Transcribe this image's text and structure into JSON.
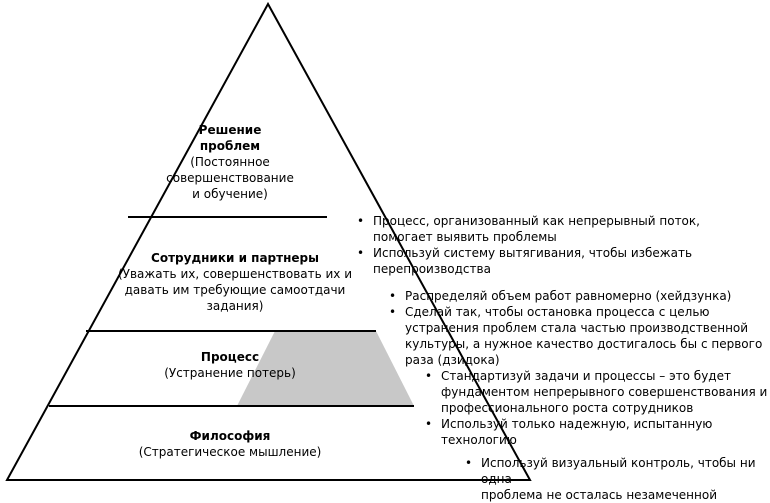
{
  "tiers": [
    {
      "title_lines": [
        "Решение",
        "проблем"
      ],
      "subtitle_lines": [
        "(Постоянное",
        "совершенствование",
        "и обучение)"
      ]
    },
    {
      "title_lines": [
        "Сотрудники и партнеры"
      ],
      "subtitle_lines": [
        "(Уважать их, совершенствовать их и",
        "давать им требующие самоотдачи",
        "задания)"
      ]
    },
    {
      "title_lines": [
        "Процесс"
      ],
      "subtitle_lines": [
        "(Устранение потерь)"
      ]
    },
    {
      "title_lines": [
        "Философия"
      ],
      "subtitle_lines": [
        "(Стратегическое мышление)"
      ]
    }
  ],
  "bullet_groups": [
    {
      "items": [
        {
          "lines": [
            "Процесс, организованный как непрерывный поток,",
            "помогает выявить проблемы"
          ]
        },
        {
          "lines": [
            "Используй систему вытягивания, чтобы избежать",
            "перепроизводства"
          ]
        }
      ]
    },
    {
      "items": [
        {
          "lines": [
            "Распределяй объем работ равномерно (хейдзунка)"
          ]
        },
        {
          "lines": [
            "Сделай так, чтобы остановка процесса с целью",
            "устранения проблем стала частью производственной",
            "культуры, а нужное качество достигалось бы с первого",
            "раза (дзидока)"
          ]
        }
      ]
    },
    {
      "items": [
        {
          "lines": [
            "Стандартизуй задачи и процессы – это будет",
            "фундаментом непрерывного совершенствования и",
            "профессионального роста сотрудников"
          ]
        },
        {
          "lines": [
            "Используй только надежную, испытанную",
            "технологию"
          ]
        }
      ]
    },
    {
      "items": [
        {
          "lines": [
            "Используй визуальный контроль, чтобы ни одна",
            "проблема не осталась незамеченной"
          ]
        }
      ]
    }
  ],
  "colors": {
    "outline": "#000000",
    "process_fill": "#c8c8c8",
    "background": "#ffffff"
  }
}
